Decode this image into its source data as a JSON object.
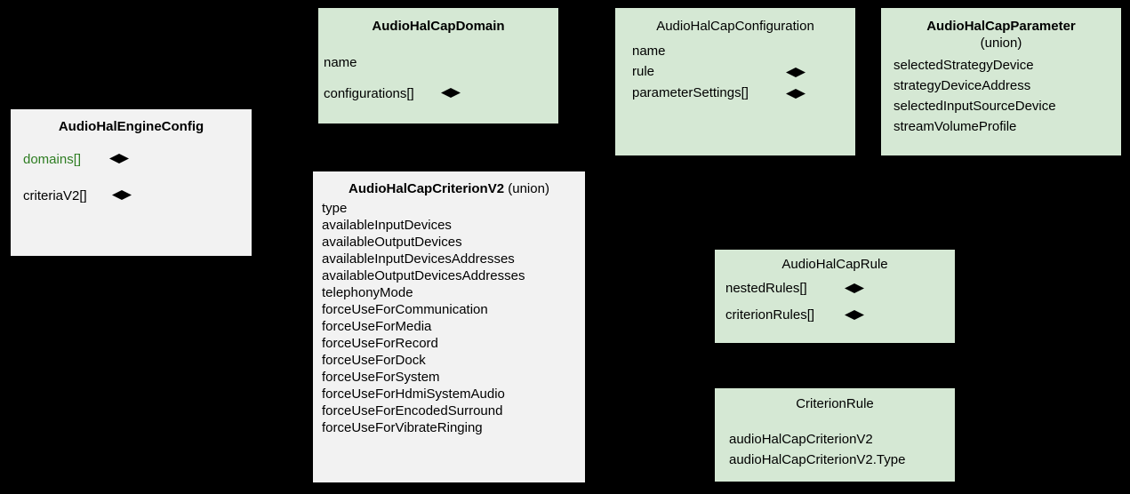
{
  "diagram": {
    "title_hidden": "",
    "colors": {
      "background": "#000000",
      "green_box": "#d5e8d4",
      "grey_box": "#f2f2f2",
      "line": "#000000",
      "green_text": "#2e7d22"
    }
  },
  "boxes": {
    "engine_config": {
      "title": "AudioHalEngineConfig",
      "fields": [
        "domains[]",
        "criteriaV2[]"
      ]
    },
    "cap_domain": {
      "title": "AudioHalCapDomain",
      "fields": [
        "name",
        "configurations[]"
      ]
    },
    "cap_configuration": {
      "title": "AudioHalCapConfiguration",
      "fields": [
        "name",
        "rule",
        "parameterSettings[]"
      ]
    },
    "cap_parameter": {
      "title": "AudioHalCapParameter",
      "subtitle": "(union)",
      "fields": [
        "selectedStrategyDevice",
        "strategyDeviceAddress",
        "selectedInputSourceDevice",
        "streamVolumeProfile"
      ]
    },
    "cap_criterion_v2": {
      "title": "AudioHalCapCriterionV2",
      "subtitle": "(union)",
      "fields": [
        "type",
        "availableInputDevices",
        "availableOutputDevices",
        "availableInputDevicesAddresses",
        "availableOutputDevicesAddresses",
        "telephonyMode",
        "forceUseForCommunication",
        "forceUseForMedia",
        "forceUseForRecord",
        "forceUseForDock",
        "forceUseForSystem",
        "forceUseForHdmiSystemAudio",
        "forceUseForEncodedSurround",
        "forceUseForVibrateRinging"
      ]
    },
    "cap_rule": {
      "title": "AudioHalCapRule",
      "fields": [
        "nestedRules[]",
        "criterionRules[]"
      ]
    },
    "criterion_rule": {
      "title": "CriterionRule",
      "fields": [
        "audioHalCapCriterionV2",
        "audioHalCapCriterionV2.Type"
      ]
    }
  }
}
